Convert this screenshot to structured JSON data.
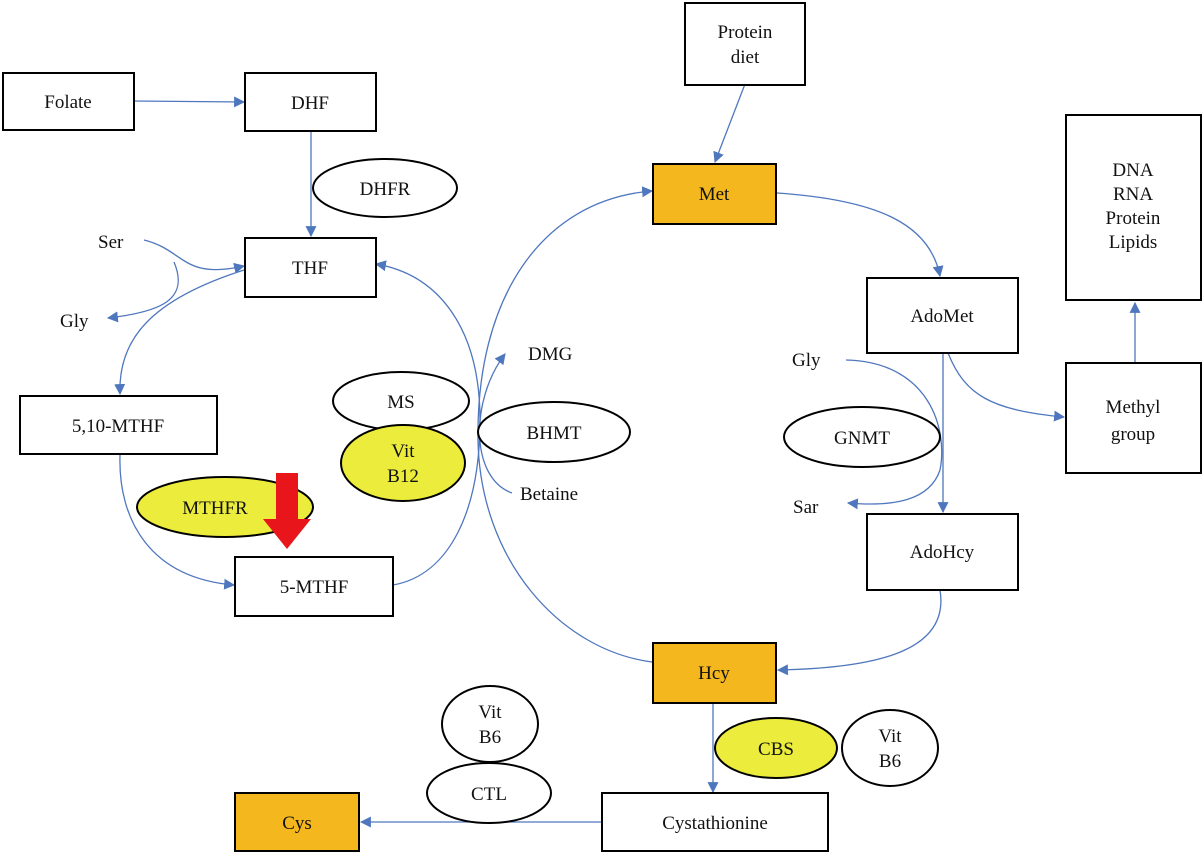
{
  "diagram": {
    "boxes": {
      "folate": "Folate",
      "dhf": "DHF",
      "thf": "THF",
      "mthf510": "5,10-MTHF",
      "mthf5": "5-MTHF",
      "protein_diet": [
        "Protein",
        "diet"
      ],
      "met": "Met",
      "adomet": "AdoMet",
      "adohcy": "AdoHcy",
      "hcy": "Hcy",
      "cystathionine": "Cystathionine",
      "cys": "Cys",
      "methyl_group": [
        "Methyl",
        "group"
      ],
      "macromolecules": [
        "DNA",
        "RNA",
        "Protein",
        "Lipids"
      ]
    },
    "enzymes": {
      "dhfr": "DHFR",
      "mthfr": "MTHFR",
      "ms": "MS",
      "vit_b12": [
        "Vit",
        "B12"
      ],
      "bhmt": "BHMT",
      "gnmt": "GNMT",
      "cbs": "CBS",
      "vit_b6_cbs": [
        "Vit",
        "B6"
      ],
      "vit_b6_ctl": [
        "Vit",
        "B6"
      ],
      "ctl": "CTL"
    },
    "labels": {
      "ser": "Ser",
      "gly_left": "Gly",
      "dmg": "DMG",
      "betaine": "Betaine",
      "gly_right": "Gly",
      "sar": "Sar"
    },
    "colors": {
      "highlight_box": "#f4b71e",
      "highlight_enzyme": "#ecec3c",
      "arrow": "#4f77be",
      "mutation_arrow": "#e8161b"
    }
  }
}
